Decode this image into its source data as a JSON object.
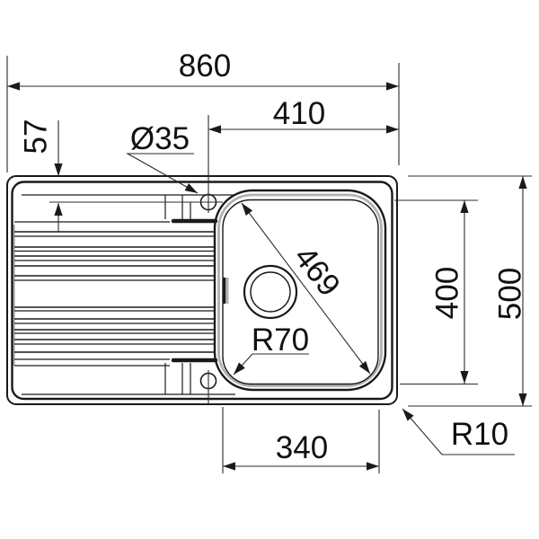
{
  "drawing": {
    "subject": "Inset kitchen sink with left drainboard and single bowl - dimensioned top view technical drawing",
    "units": "mm",
    "colors": {
      "line": "#1a1a1a",
      "dimension_line": "#2b2b2b",
      "shading": "#b0b0b0",
      "background": "#ffffff"
    },
    "labels": {
      "overall_width": "860",
      "right_section_width": "410",
      "taphole_offset": "57",
      "taphole_diameter": "Ø35",
      "bowl_diagonal": "469",
      "bowl_depth": "400",
      "overall_depth": "500",
      "bowl_corner_radius": "R70",
      "bowl_width": "340",
      "outer_corner_radius": "R10"
    }
  }
}
